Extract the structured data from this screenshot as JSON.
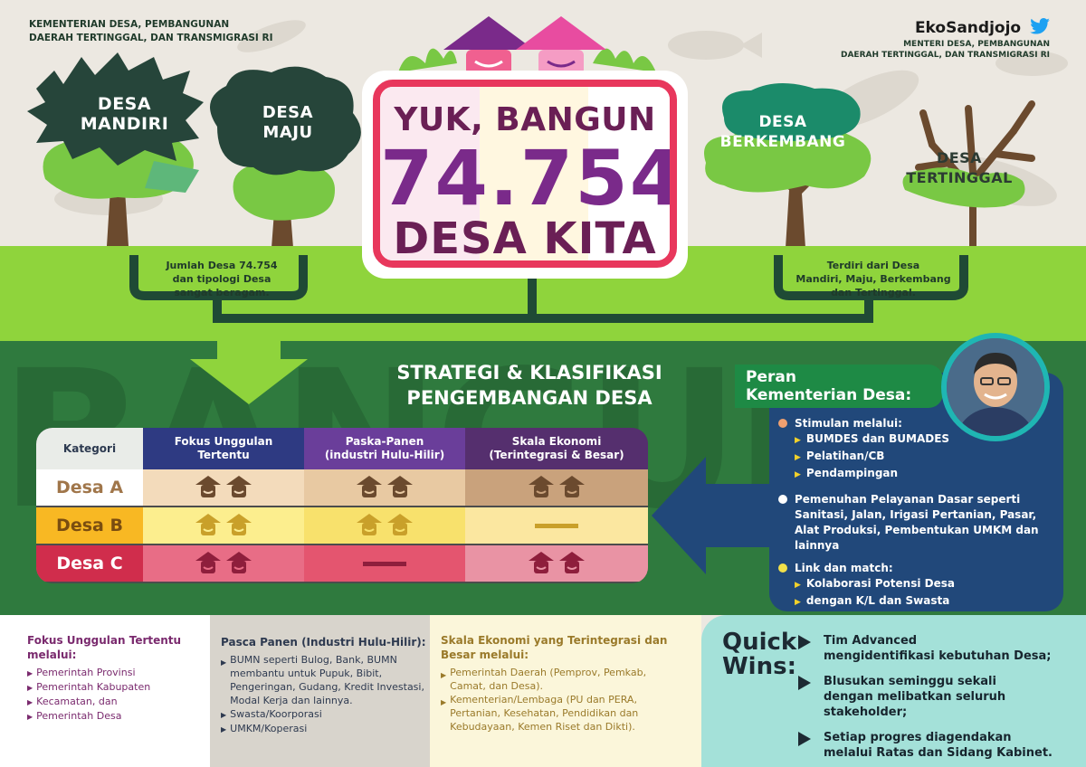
{
  "header": {
    "org_line1": "KEMENTERIAN DESA, PEMBANGUNAN",
    "org_line2": "DAERAH TERTINGGAL, DAN TRANSMIGRASI RI",
    "author_name": "EkoSandjojo",
    "author_role_line1": "MENTERI DESA, PEMBANGUNAN",
    "author_role_line2": "DAERAH TERTINGGAL, DAN TRANSMIGRASI RI",
    "twitter_icon": "twitter-bird-icon"
  },
  "trees": {
    "mandiri": [
      "DESA",
      "MANDIRI"
    ],
    "maju": [
      "DESA",
      "MAJU"
    ],
    "berkembang": [
      "DESA",
      "BERKEMBANG"
    ],
    "tertinggal": [
      "DESA",
      "TERTINGGAL"
    ]
  },
  "title": {
    "line1": "YUK, BANGUN",
    "line2": "74.754",
    "line3": "DESA KITA"
  },
  "notes": {
    "left": [
      "Jumlah Desa 74.754",
      "dan tipologi Desa",
      "sangat beragam."
    ],
    "right": [
      "Terdiri dari Desa",
      "Mandiri, Maju, Berkembang",
      "dan Tertinggal."
    ]
  },
  "strategy": {
    "title_line1": "STRATEGI & KLASIFIKASI",
    "title_line2": "PENGEMBANGAN DESA"
  },
  "table": {
    "headers": [
      [
        "Kategori"
      ],
      [
        "Fokus Unggulan",
        "Tertentu"
      ],
      [
        "Paska-Panen",
        "(industri Hulu-Hilir)"
      ],
      [
        "Skala Ekonomi",
        "(Terintegrasi & Besar)"
      ]
    ],
    "rows": [
      {
        "label": "Desa A",
        "cells": [
          "farmers",
          "farmers",
          "farmers"
        ]
      },
      {
        "label": "Desa B",
        "cells": [
          "farmers",
          "farmers",
          "dash"
        ]
      },
      {
        "label": "Desa C",
        "cells": [
          "farmers",
          "dash",
          "farmers"
        ]
      }
    ]
  },
  "peran": {
    "title_line1": "Peran",
    "title_line2": "Kementerian Desa:",
    "items": [
      {
        "text": "Stimulan melalui:",
        "bullet_color": "#f0a070",
        "subs": [
          "BUMDES dan BUMADES",
          "Pelatihan/CB",
          "Pendampingan"
        ]
      },
      {
        "text_lines": [
          "Pemenuhan Pelayanan Dasar seperti",
          "Sanitasi, Jalan, Irigasi Pertanian, Pasar,",
          "Alat Produksi, Pembentukan UMKM dan",
          "lainnya"
        ],
        "bullet_color": "#ffffff"
      },
      {
        "text": "Link dan match:",
        "bullet_color": "#f2e04a",
        "subs": [
          "Kolaborasi Potensi Desa",
          "dengan K/L dan Swasta"
        ]
      }
    ]
  },
  "bottom": {
    "col1": {
      "head_line1": "Fokus Unggulan Tertentu",
      "head_line2": "melalui:",
      "items": [
        "Pemerintah Provinsi",
        "Pemerintah Kabupaten",
        "Kecamatan, dan",
        "Pemerintah Desa"
      ]
    },
    "col2": {
      "head": "Pasca Panen (Industri Hulu-Hilir):",
      "items": [
        [
          "BUMN seperti Bulog, Bank, BUMN",
          "membantu untuk Pupuk, Bibit,",
          "Pengeringan, Gudang, Kredit Investasi,",
          "Modal Kerja dan lainnya."
        ],
        [
          "Swasta/Koorporasi"
        ],
        [
          "UMKM/Koperasi"
        ]
      ]
    },
    "col3": {
      "head_line1": "Skala Ekonomi yang Terintegrasi dan",
      "head_line2": "Besar melalui:",
      "items": [
        [
          "Pemerintah Daerah (Pemprov, Pemkab,",
          "Camat, dan Desa)."
        ],
        [
          "Kementerian/Lembaga (PU dan PERA,",
          "Pertanian, Kesehatan, Pendidikan dan",
          "Kebudayaan, Kemen Riset dan Dikti)."
        ]
      ]
    }
  },
  "quickwins": {
    "title_line1": "Quick",
    "title_line2": "Wins:",
    "items": [
      [
        "Tim Advanced",
        "mengidentifikasi kebutuhan Desa;"
      ],
      [
        "Blusukan seminggu sekali",
        "dengan melibatkan seluruh stakeholder;"
      ],
      [
        "Setiap progres diagendakan",
        "melalui Ratas dan Sidang Kabinet."
      ]
    ]
  },
  "colors": {
    "light_green": "#8fd43c",
    "dark_green": "#2f7a3e",
    "purple": "#7a2a8a",
    "pink": "#e8375c",
    "yellow": "#f8d43a",
    "navy": "#21487a",
    "row_a": "#f1d6b4",
    "row_b": "#fbeb86",
    "row_c": "#e85f7c"
  }
}
